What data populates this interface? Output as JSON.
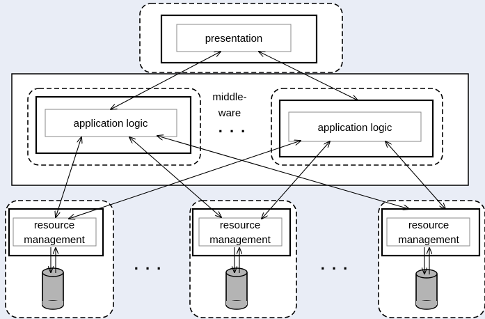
{
  "presentation": {
    "label": "presentation"
  },
  "middleware": {
    "line1": "middle-",
    "line2": "ware",
    "ellipsis": ". . ."
  },
  "application_logic": [
    {
      "label": "application logic"
    },
    {
      "label": "application logic"
    }
  ],
  "resource_management": [
    {
      "line1": "resource",
      "line2": "management"
    },
    {
      "line1": "resource",
      "line2": "management"
    },
    {
      "line1": "resource",
      "line2": "management"
    }
  ],
  "bottom_ellipsis": [
    ". . .",
    ". . ."
  ]
}
